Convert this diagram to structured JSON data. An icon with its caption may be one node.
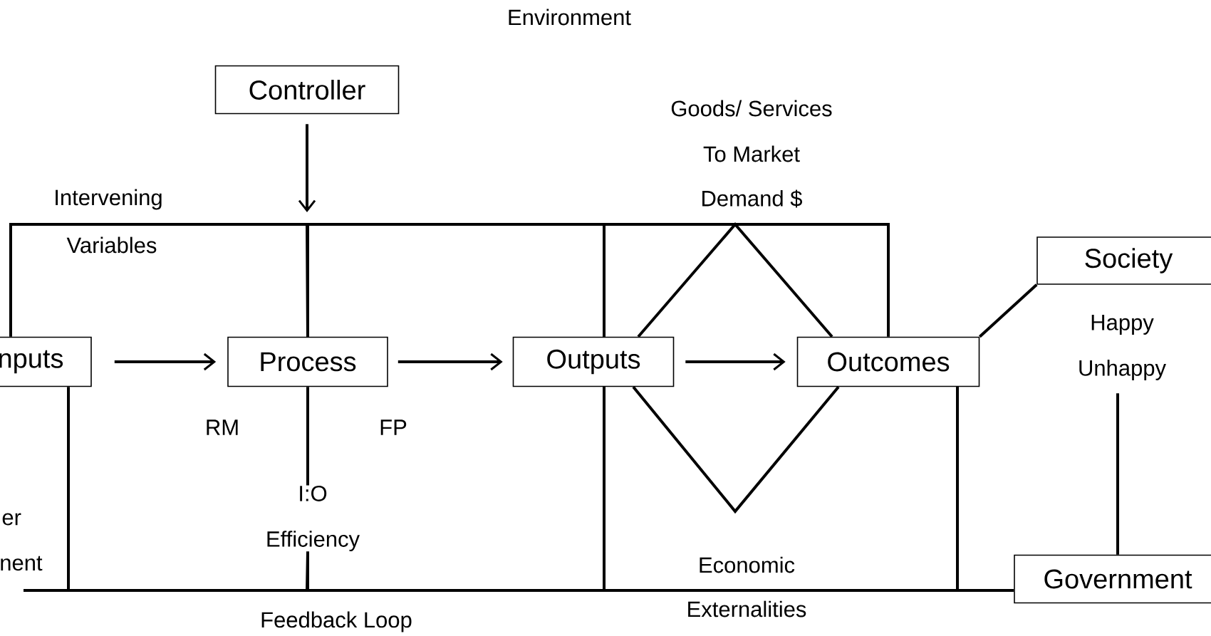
{
  "diagram": {
    "title": "Environment",
    "nodes": [
      {
        "text": [
          "Controller"
        ]
      },
      {
        "text": [
          "nputs"
        ]
      },
      {
        "text": [
          "Process"
        ]
      },
      {
        "text": [
          "Outputs"
        ]
      },
      {
        "text": [
          "Outcomes"
        ]
      },
      {
        "text": [
          "Society"
        ]
      },
      {
        "text": [
          "Government"
        ]
      },
      {
        "text": [
          "Happy",
          "Unhappy"
        ]
      },
      {
        "text": [
          "I:O",
          "Efficiency"
        ]
      }
    ],
    "edges": [
      {
        "from": 0,
        "to": null,
        "arrow": "to"
      },
      {
        "from": 1,
        "to": 2,
        "arrow": "to"
      },
      {
        "from": 2,
        "to": 3,
        "arrow": "to"
      },
      {
        "from": 3,
        "to": 4,
        "arrow": "to"
      },
      {
        "from": 1,
        "to": 2,
        "arrow": "none"
      },
      {
        "from": 2,
        "to": 3,
        "arrow": "none"
      },
      {
        "from": 3,
        "to": 4,
        "arrow": "none"
      },
      {
        "from": 3,
        "to": 4,
        "arrow": "none"
      },
      {
        "from": 3,
        "to": 4,
        "arrow": "none"
      },
      {
        "from": 4,
        "to": 5,
        "arrow": "none"
      },
      {
        "from": 2,
        "to": 8,
        "arrow": "none"
      },
      {
        "from": 1,
        "to": 8,
        "arrow": "none"
      },
      {
        "from": 8,
        "to": 3,
        "arrow": "none"
      },
      {
        "from": 3,
        "to": 4,
        "arrow": "none"
      },
      {
        "from": 4,
        "to": 6,
        "arrow": "none"
      },
      {
        "from": 7,
        "to": 6,
        "arrow": "none"
      }
    ],
    "labels": [
      "Intervening",
      "Variables",
      "Goods/ Services",
      "To Market",
      "Demand $",
      "RM",
      "FP",
      "er",
      "nent",
      "Feedback Loop",
      "Economic",
      "Externalities"
    ]
  }
}
